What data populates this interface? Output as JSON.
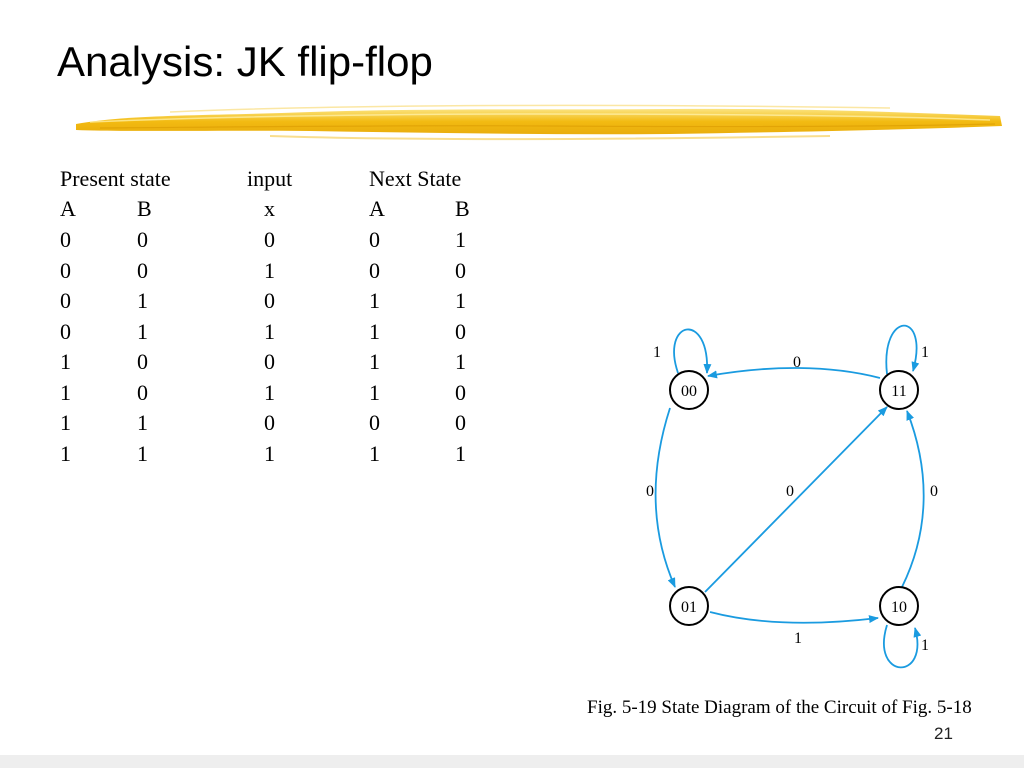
{
  "slide": {
    "title": "Analysis: JK flip-flop",
    "page_number": "21",
    "accent_color": "#f2b705"
  },
  "table": {
    "headers": {
      "present_state": "Present state",
      "input": "input",
      "next_state": "Next State"
    },
    "subheaders": [
      "A",
      "B",
      "x",
      "A",
      "B"
    ],
    "rows": [
      [
        "0",
        "0",
        "0",
        "0",
        "1"
      ],
      [
        "0",
        "0",
        "1",
        "0",
        "0"
      ],
      [
        "0",
        "1",
        "0",
        "1",
        "1"
      ],
      [
        "0",
        "1",
        "1",
        "1",
        "0"
      ],
      [
        "1",
        "0",
        "0",
        "1",
        "1"
      ],
      [
        "1",
        "0",
        "1",
        "1",
        "0"
      ],
      [
        "1",
        "1",
        "0",
        "0",
        "0"
      ],
      [
        "1",
        "1",
        "1",
        "1",
        "1"
      ]
    ]
  },
  "diagram": {
    "caption": "Fig. 5-19  State Diagram of the Circuit of Fig. 5-18",
    "edge_color": "#1a9be0",
    "states": {
      "s00": "00",
      "s11": "11",
      "s01": "01",
      "s10": "10"
    },
    "edge_labels": {
      "loop_00": "1",
      "e11_00": "0",
      "loop_11": "1",
      "e00_01": "0",
      "e01_11": "0",
      "e10_11": "0",
      "e01_10": "1",
      "loop_10": "1"
    }
  }
}
